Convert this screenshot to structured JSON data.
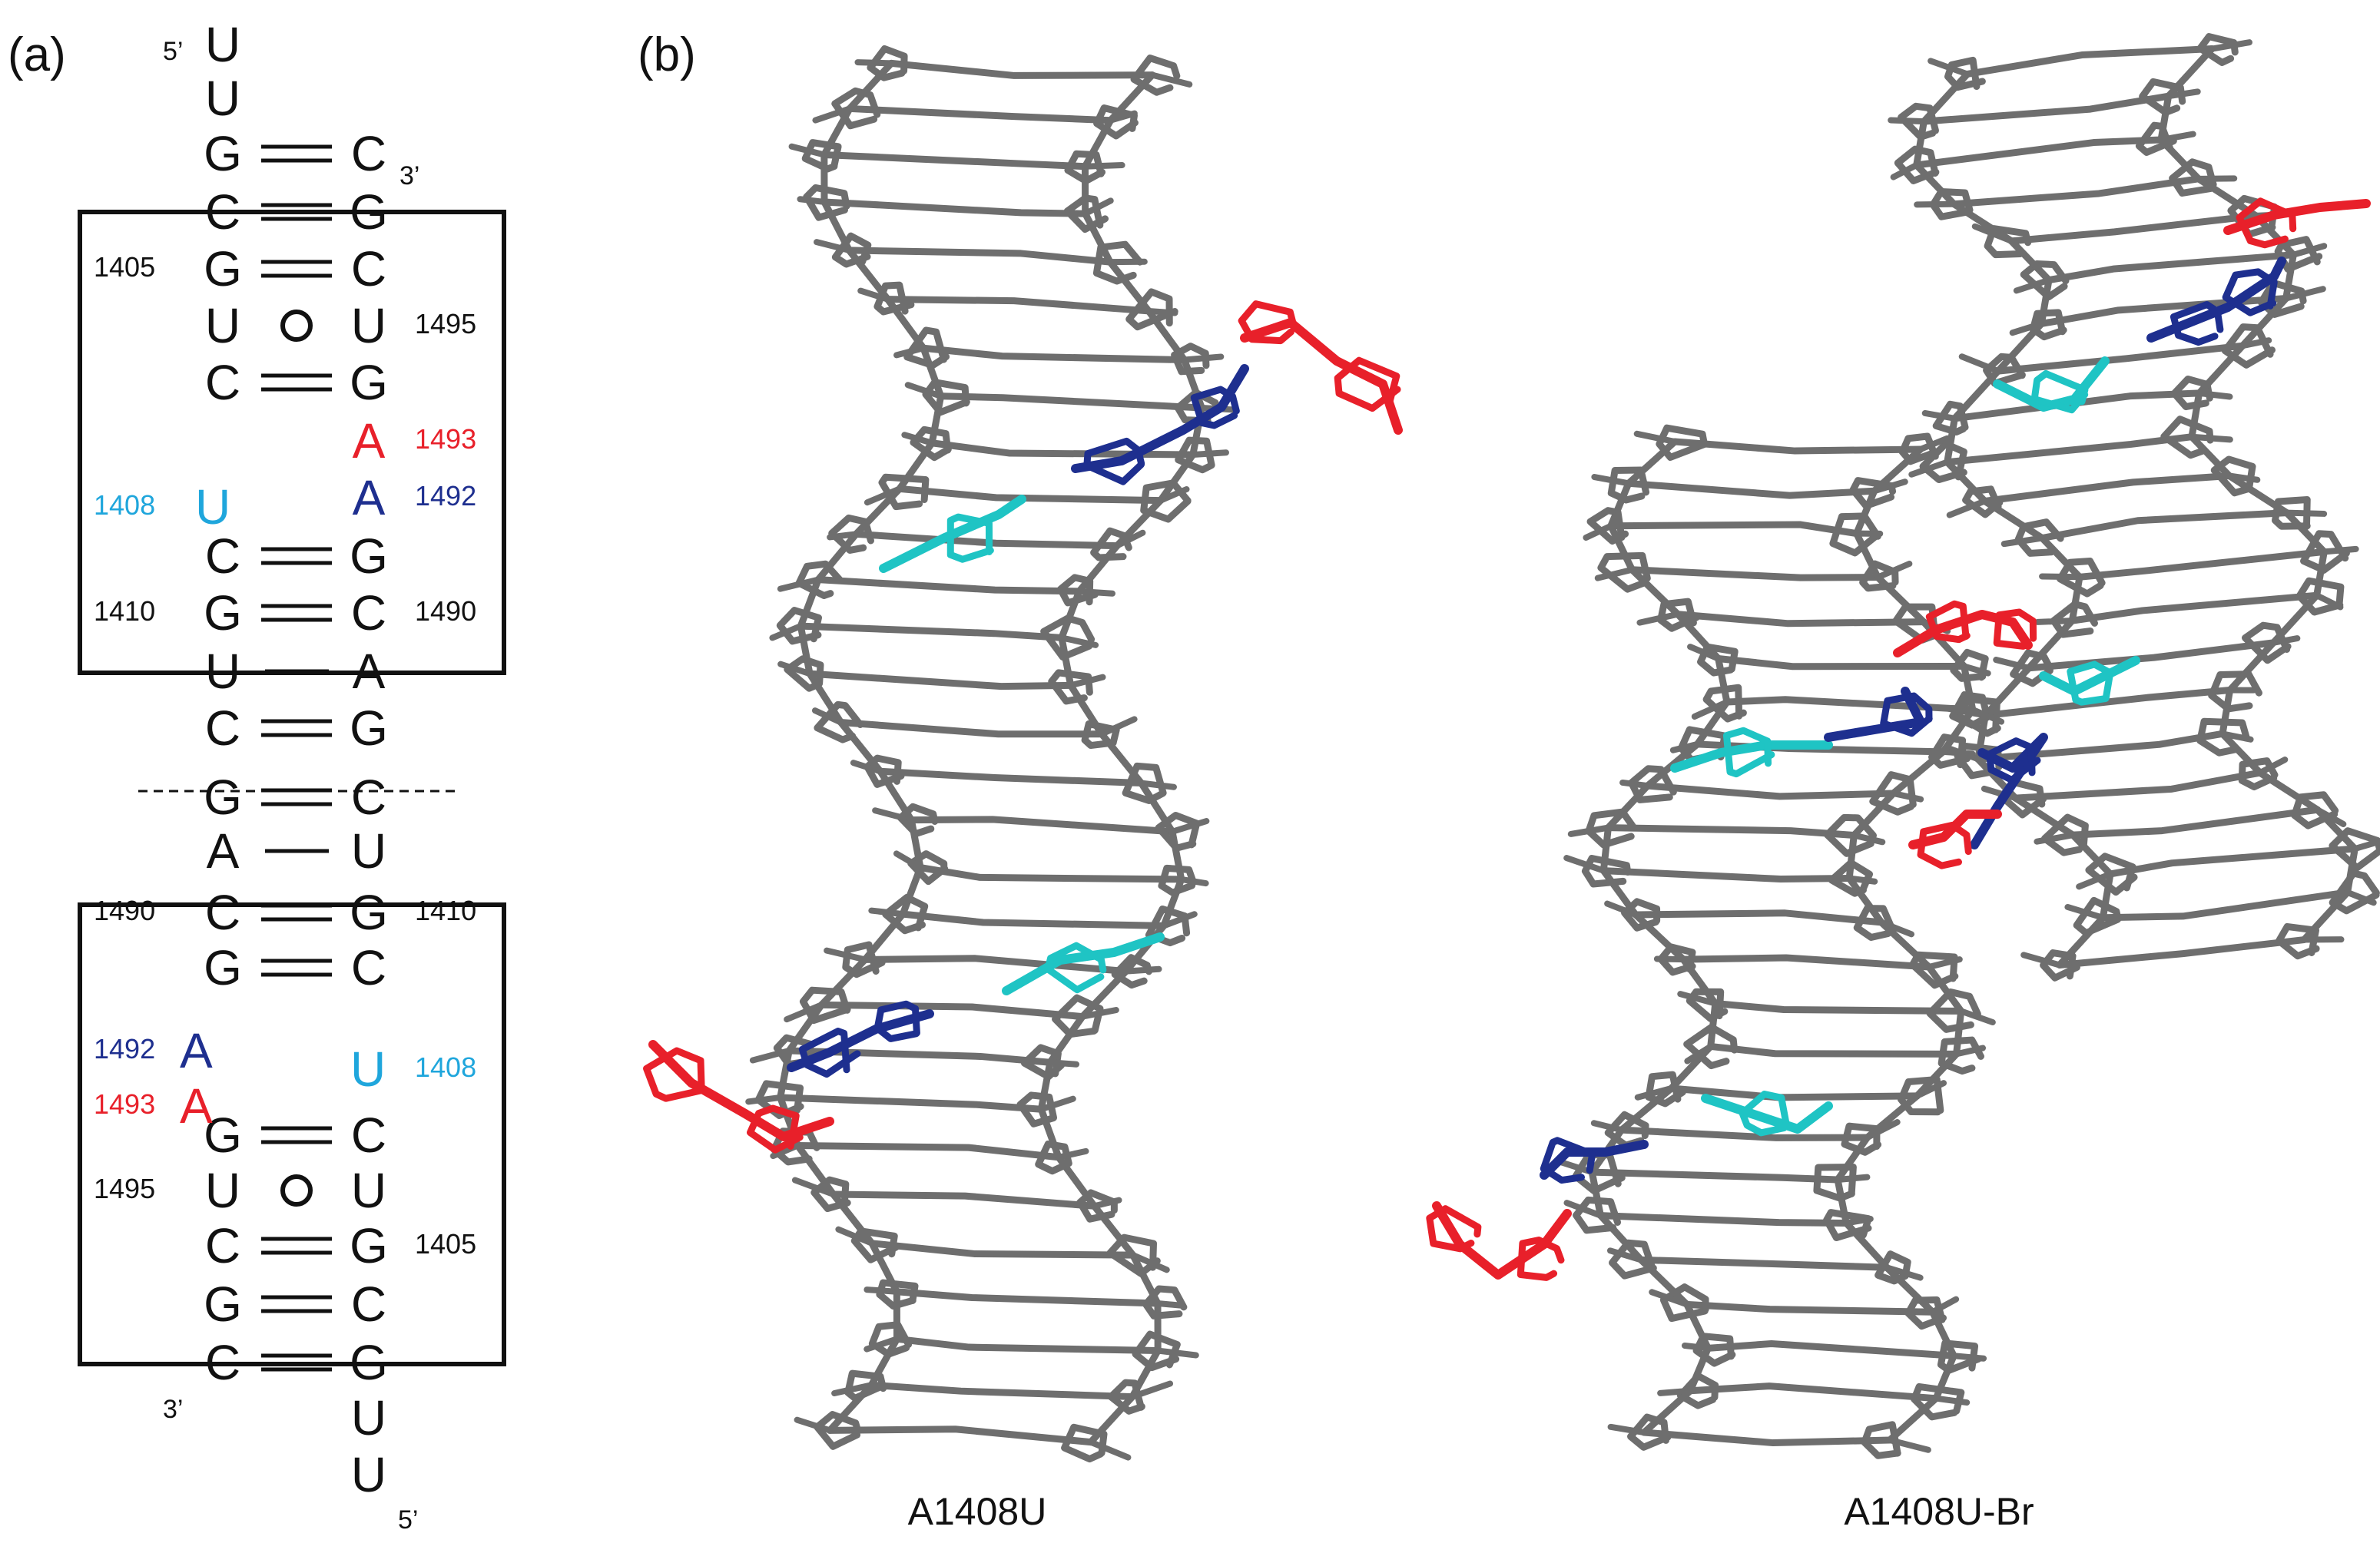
{
  "panel_a": {
    "label": "(a)",
    "strand_ends": {
      "top_5": "5’",
      "top_3": "3’",
      "bottom_3": "3’",
      "bottom_5": "5’"
    },
    "top_rows": [
      {
        "left": "U",
        "right": "",
        "bond": "none"
      },
      {
        "left": "U",
        "right": "",
        "bond": "none"
      },
      {
        "left": "G",
        "right": "C",
        "bond": "double"
      },
      {
        "left": "C",
        "right": "G",
        "bond": "double"
      },
      {
        "left": "G",
        "right": "C",
        "bond": "double",
        "left_num": "1405"
      },
      {
        "left": "U",
        "right": "U",
        "bond": "wobble",
        "right_num": "1495"
      },
      {
        "left": "C",
        "right": "G",
        "bond": "double"
      },
      {
        "left": "",
        "right": "A",
        "bond": "none",
        "right_num": "1493",
        "right_color": "#e8202a",
        "right_num_color": "#e8202a"
      },
      {
        "left": "",
        "right": "A",
        "bond": "none",
        "right_num": "1492",
        "right_color": "#1e2f8f",
        "right_num_color": "#1e2f8f"
      },
      {
        "left": "C",
        "right": "G",
        "bond": "double"
      },
      {
        "left": "G",
        "right": "C",
        "bond": "double",
        "left_num": "1410",
        "right_num": "1490"
      },
      {
        "left": "U",
        "right": "A",
        "bond": "single"
      },
      {
        "left": "C",
        "right": "G",
        "bond": "double"
      },
      {
        "left": "G",
        "right": "C",
        "bond": "double"
      },
      {
        "left": "A",
        "right": "U",
        "bond": "single"
      },
      {
        "left": "C",
        "right": "G",
        "bond": "double",
        "left_num": "1490",
        "right_num": "1410"
      },
      {
        "left": "G",
        "right": "C",
        "bond": "double"
      },
      {
        "left": "G",
        "right": "C",
        "bond": "double"
      },
      {
        "left": "U",
        "right": "U",
        "bond": "wobble",
        "left_num": "1495"
      },
      {
        "left": "C",
        "right": "G",
        "bond": "double",
        "right_num": "1405"
      },
      {
        "left": "G",
        "right": "C",
        "bond": "double"
      },
      {
        "left": "C",
        "right": "G",
        "bond": "double"
      },
      {
        "left": "",
        "right": "U",
        "bond": "none"
      },
      {
        "left": "",
        "right": "U",
        "bond": "none"
      }
    ],
    "bulge_top": {
      "letter": "U",
      "num": "1408",
      "color": "#1fa6dc"
    },
    "bulge_bottom_u": {
      "letter": "U",
      "num": "1408",
      "color": "#1fa6dc"
    },
    "bulge_bottom_a1": {
      "letter": "A",
      "num": "1492",
      "color": "#1e2f8f"
    },
    "bulge_bottom_a2": {
      "letter": "A",
      "num": "1493",
      "color": "#e8202a"
    }
  },
  "panel_b": {
    "label": "(b)",
    "structures": [
      {
        "caption": "A1408U"
      },
      {
        "caption": "A1408U-Br"
      }
    ],
    "colors": {
      "backbone": "#6e6e6e",
      "u1408": "#1fc4c4",
      "a1492": "#1e2f8f",
      "a1493": "#e8202a"
    }
  }
}
